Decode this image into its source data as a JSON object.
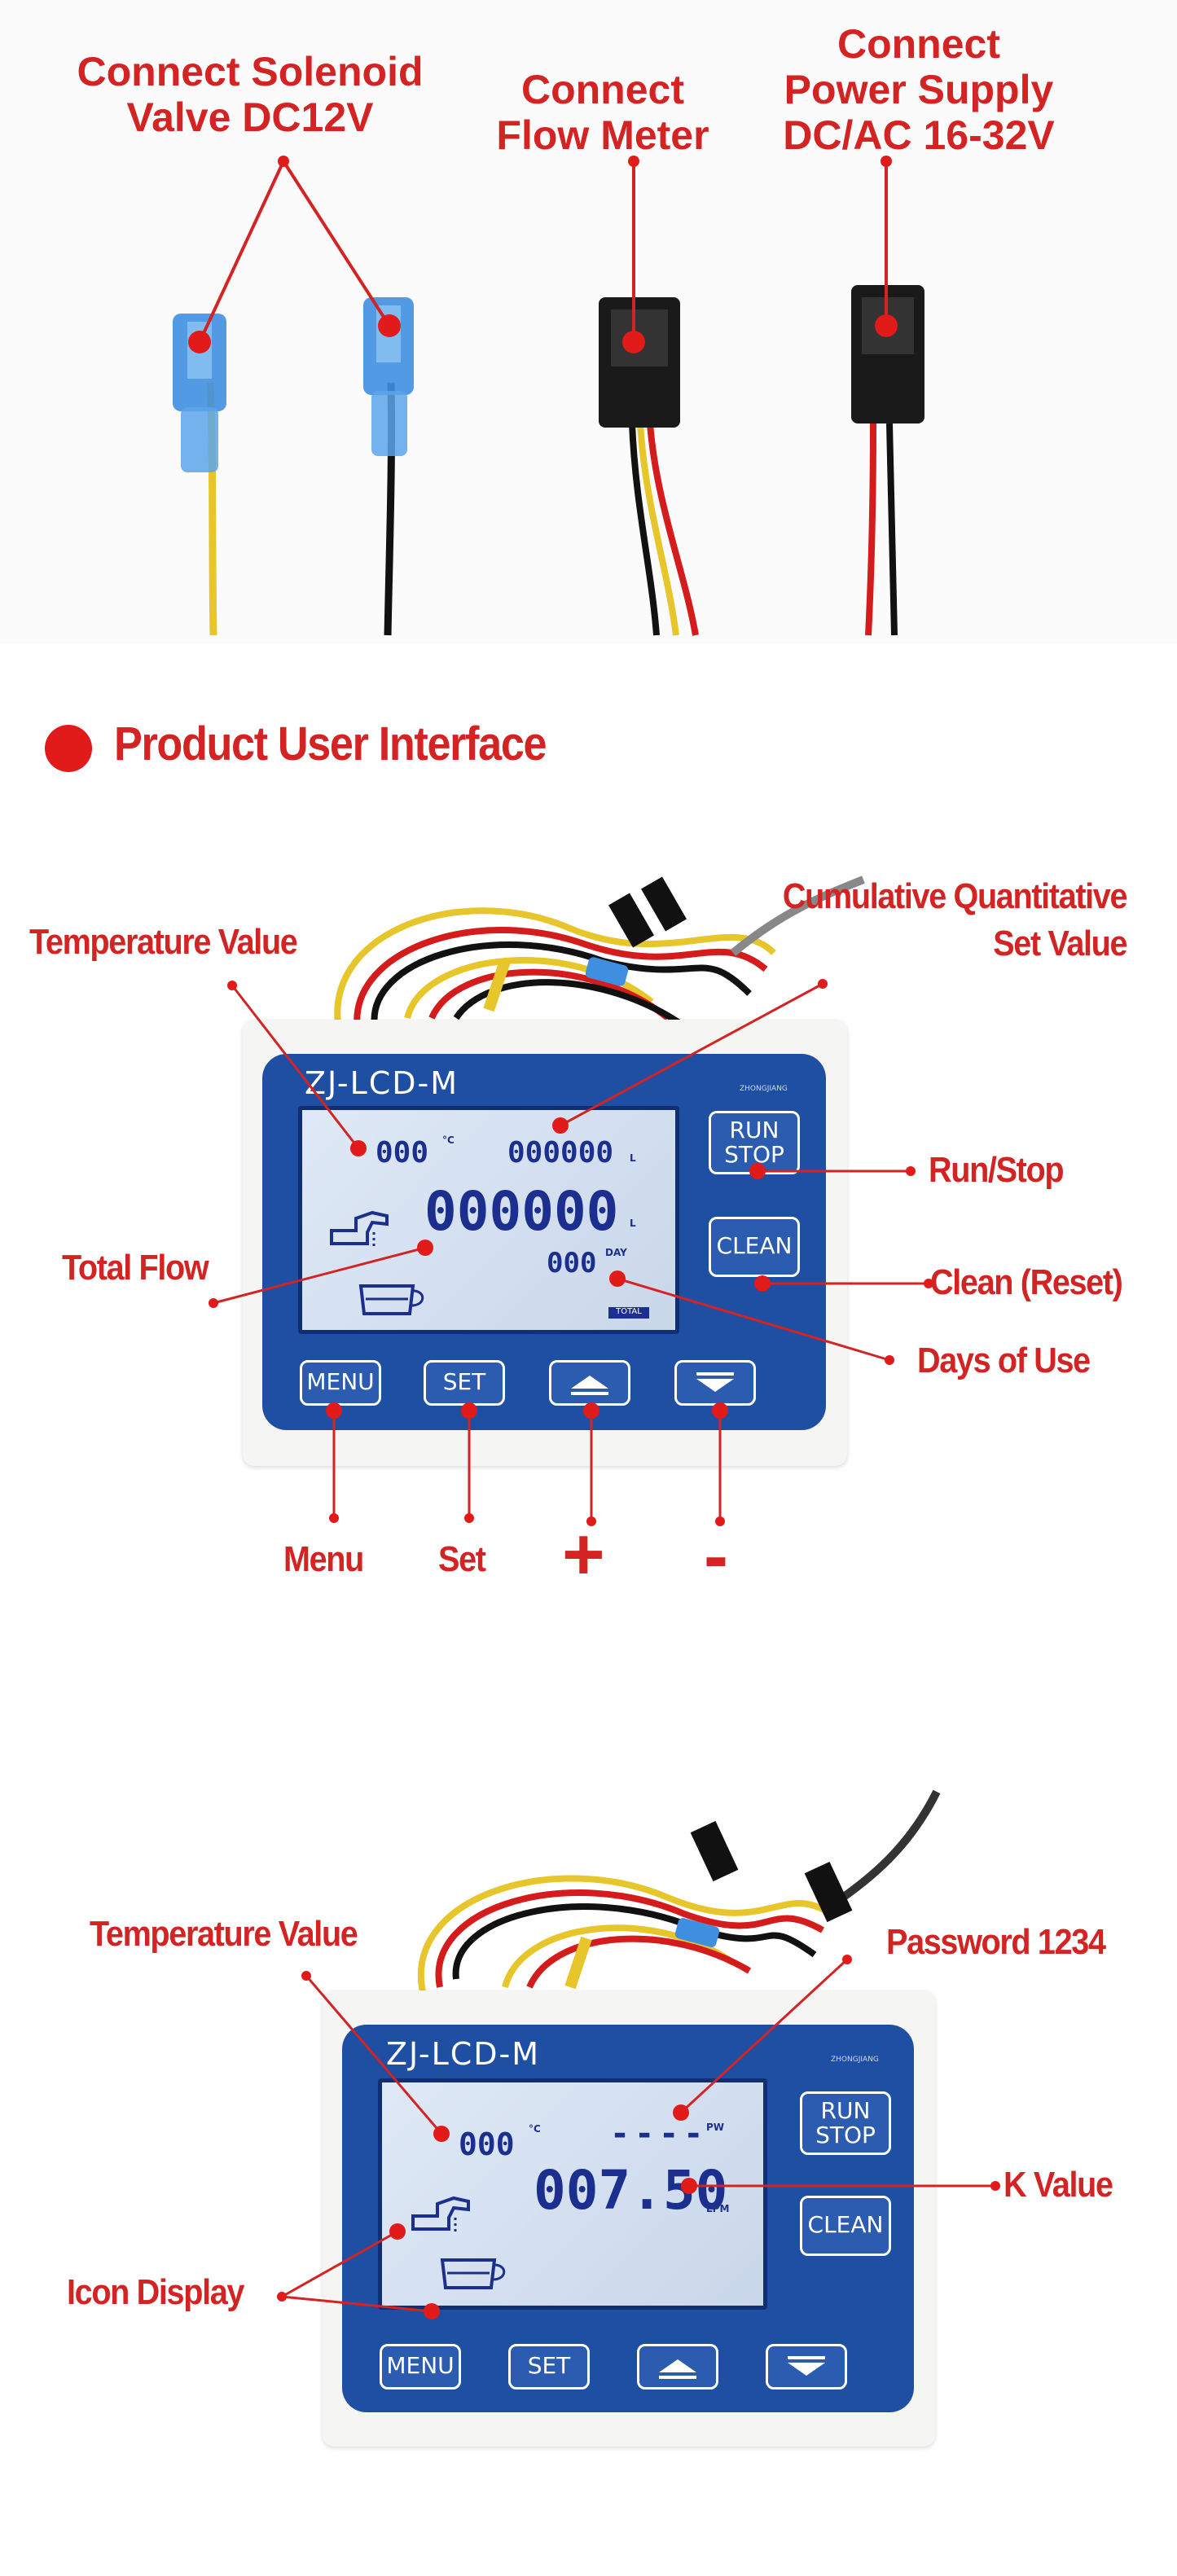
{
  "top_labels": {
    "solenoid": "Connect Solenoid\nValve DC12V",
    "flow_meter": "Connect\nFlow Meter",
    "power_supply": "Connect\nPower Supply\nDC/AC 16-32V"
  },
  "section_title": "Product User Interface",
  "device1": {
    "model": "ZJ-LCD-M",
    "brand": "ZHONGJIANG",
    "lcd": {
      "temp": "000",
      "temp_unit": "°C",
      "set_value": "000000",
      "set_unit": "L",
      "total": "000000",
      "total_unit": "L",
      "days": "000",
      "days_unit": "DAY",
      "badge": "TOTAL"
    },
    "buttons": {
      "run_stop": "RUN\nSTOP",
      "clean": "CLEAN",
      "menu": "MENU",
      "set": "SET"
    },
    "labels": {
      "temperature": "Temperature Value",
      "cumulative": "Cumulative Quantitative\nSet Value",
      "run_stop": "Run/Stop",
      "total_flow": "Total Flow",
      "clean": "Clean (Reset)",
      "days": "Days of Use",
      "menu": "Menu",
      "set": "Set",
      "plus": "+",
      "minus": "-"
    }
  },
  "device2": {
    "model": "ZJ-LCD-M",
    "brand": "ZHONGJIANG",
    "lcd": {
      "temp": "000",
      "temp_unit": "°C",
      "password": "----",
      "password_unit": "PW",
      "k_value": "007.50",
      "k_unit": "LPM"
    },
    "buttons": {
      "run_stop": "RUN\nSTOP",
      "clean": "CLEAN",
      "menu": "MENU",
      "set": "SET"
    },
    "labels": {
      "temperature": "Temperature Value",
      "password": "Password 1234",
      "k_value": "K Value",
      "icon_display": "Icon Display"
    }
  },
  "colors": {
    "label_red": "#d32323",
    "panel_blue": "#1f4fa3",
    "lcd_digit": "#1c2f8e"
  }
}
